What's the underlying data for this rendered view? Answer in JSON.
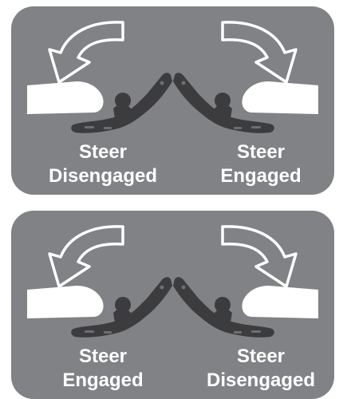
{
  "panels": [
    {
      "left": {
        "line1": "Steer",
        "line2": "Disengaged"
      },
      "right": {
        "line1": "Steer",
        "line2": "Engaged"
      }
    },
    {
      "left": {
        "line1": "Steer",
        "line2": "Engaged"
      },
      "right": {
        "line1": "Steer",
        "line2": "Disengaged"
      }
    }
  ],
  "colors": {
    "panel": "#808285",
    "lever": "#3c3c3e",
    "hand": "#ffffff",
    "arrow_outline": "#ffffff",
    "text": "#ffffff"
  },
  "icons": [
    "curved-arrow-icon",
    "hand-icon",
    "steer-lever-icon"
  ]
}
